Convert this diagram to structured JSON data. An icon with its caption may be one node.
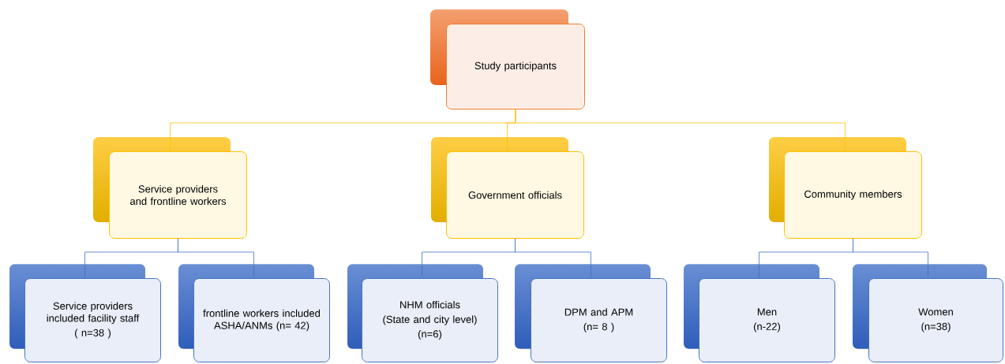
{
  "diagram": {
    "nodes": [
      {
        "text": [
          "Study participants"
        ]
      },
      {
        "text": [
          "Service providers and frontline workers"
        ]
      },
      {
        "text": [
          "Government officials"
        ]
      },
      {
        "text": [
          "Community members"
        ]
      },
      {
        "text": [
          "Service providers included facility staff",
          "( n=38 )"
        ]
      },
      {
        "text": [
          "frontline workers included ASHA/ANMs (n= 42)"
        ]
      },
      {
        "text": [
          "NHM officials",
          "(State and city level)",
          "(n=6)"
        ]
      },
      {
        "text": [
          "DPM and APM",
          "(n= 8 )"
        ]
      },
      {
        "text": [
          "Men",
          "(n-22)"
        ]
      },
      {
        "text": [
          "Women",
          "(n=38)"
        ]
      }
    ],
    "edges": [
      {
        "from": 0,
        "to": 1,
        "arrow": "none",
        "color": "#ffc000"
      },
      {
        "from": 0,
        "to": 2,
        "arrow": "none",
        "color": "#ffc000"
      },
      {
        "from": 0,
        "to": 3,
        "arrow": "none",
        "color": "#ffc000"
      },
      {
        "from": 1,
        "to": 4,
        "arrow": "none"
      },
      {
        "from": 1,
        "to": 5,
        "arrow": "none"
      },
      {
        "from": 2,
        "to": 6,
        "arrow": "none"
      },
      {
        "from": 2,
        "to": 7,
        "arrow": "none"
      },
      {
        "from": 3,
        "to": 8,
        "arrow": "none"
      },
      {
        "from": 3,
        "to": 9,
        "arrow": "none"
      }
    ]
  }
}
